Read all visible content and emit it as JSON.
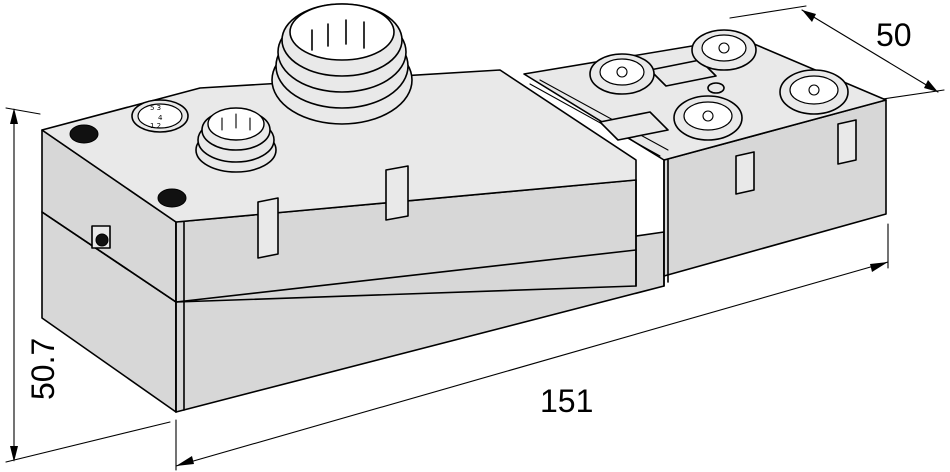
{
  "dimensions": {
    "length": "151",
    "height": "50.7",
    "depth": "50"
  },
  "connector_labels": [
    "5 3",
    "4",
    "1 2"
  ]
}
